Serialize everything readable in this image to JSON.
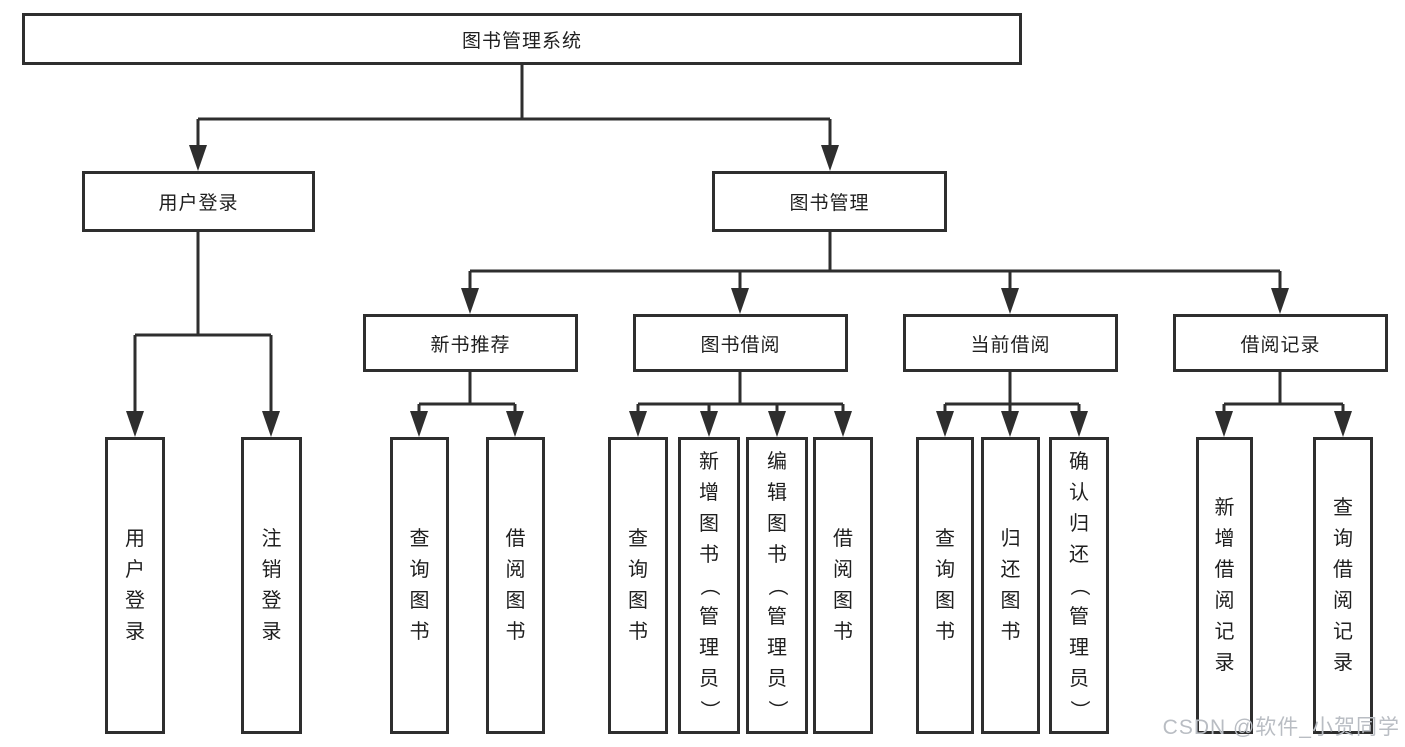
{
  "tree": {
    "root": {
      "label": "图书管理系统"
    },
    "branches": [
      {
        "label": "用户登录",
        "children": [
          {
            "label": "用户登录"
          },
          {
            "label": "注销登录"
          }
        ]
      },
      {
        "label": "图书管理",
        "children": [
          {
            "label": "新书推荐",
            "children": [
              {
                "label": "查询图书"
              },
              {
                "label": "借阅图书"
              }
            ]
          },
          {
            "label": "图书借阅",
            "children": [
              {
                "label": "查询图书"
              },
              {
                "label": "新增图书（管理员）"
              },
              {
                "label": "编辑图书（管理员）"
              },
              {
                "label": "借阅图书"
              }
            ]
          },
          {
            "label": "当前借阅",
            "children": [
              {
                "label": "查询图书"
              },
              {
                "label": "归还图书"
              },
              {
                "label": "确认归还（管理员）"
              }
            ]
          },
          {
            "label": "借阅记录",
            "children": [
              {
                "label": "新增借阅记录"
              },
              {
                "label": "查询借阅记录"
              }
            ]
          }
        ]
      }
    ]
  },
  "watermark": {
    "text": "CSDN @软件_小贺同学"
  },
  "colors": {
    "line": "#2e2e2e",
    "box_border": "#2e2e2e",
    "text": "#1f1f1f",
    "watermark": "#b9bdc3",
    "background": "#ffffff"
  }
}
